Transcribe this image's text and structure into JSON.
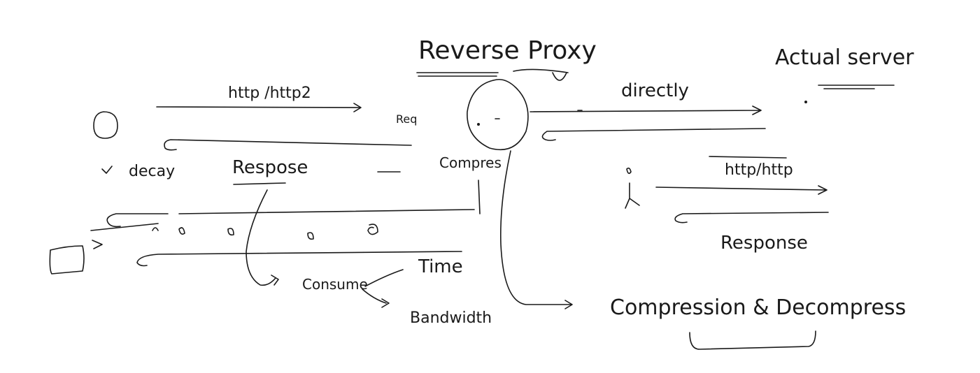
{
  "diagram": {
    "stroke_color": "#1a1a1a",
    "background": "#ffffff",
    "labels": {
      "title": "Reverse Proxy",
      "server": "Actual server",
      "http_top": "http /http2",
      "req": "Req",
      "response_left": "Respose",
      "decay": "decay",
      "directly": "directly",
      "compress": "Compres",
      "http_right": "http/http",
      "response_right": "Response",
      "time": "Time",
      "consume": "Consume",
      "bandwidth": "Bandwidth",
      "comp_decomp": "Compression & Decompress"
    }
  }
}
